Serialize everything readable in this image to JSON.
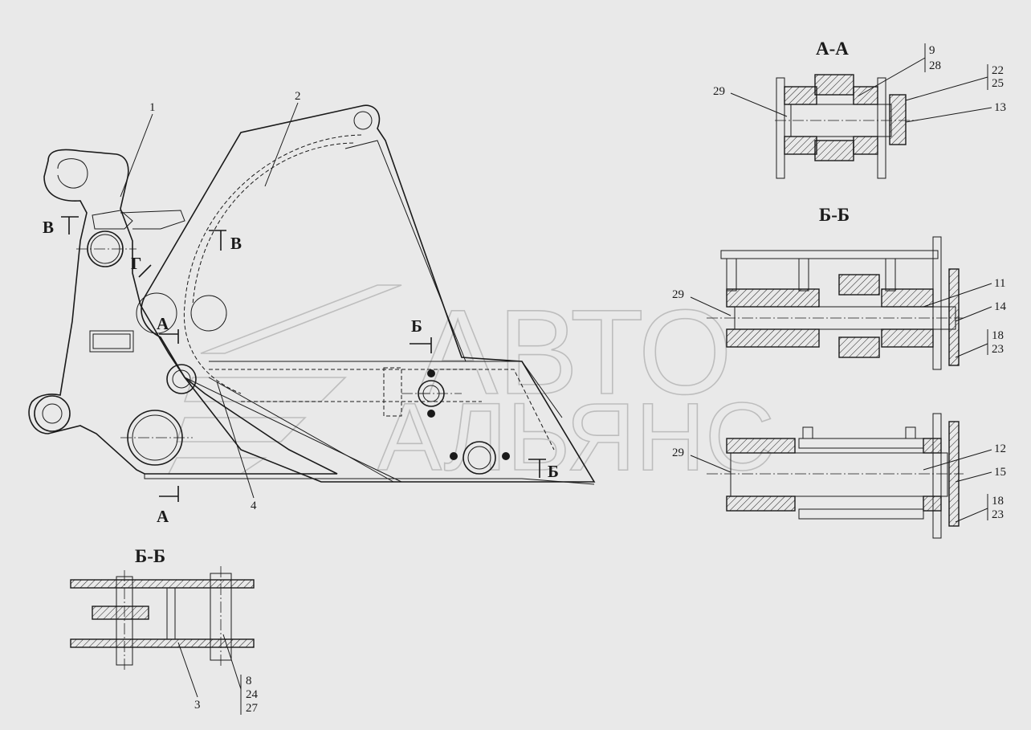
{
  "watermark": {
    "line1": "АВТО",
    "line2": "АЛЬЯНС"
  },
  "views": {
    "aa": {
      "title": "А-А"
    },
    "bb_upper": {
      "title": "Б-Б"
    },
    "bb_lower": {
      "title": "Б-Б"
    }
  },
  "section_marks": {
    "v_left": "В",
    "v_right": "В",
    "g": "Г",
    "a_top": "А",
    "a_bottom": "А",
    "b_top": "Б",
    "b_bottom": "Б"
  },
  "callouts": {
    "p1": "1",
    "p2": "2",
    "p3": "3",
    "p4": "4",
    "p8": "8",
    "p24": "24",
    "p27": "27",
    "p9": "9",
    "p28": "28",
    "p22": "22",
    "p25": "25",
    "p13": "13",
    "p29a": "29",
    "p29b": "29",
    "p29c": "29",
    "p11": "11",
    "p14": "14",
    "p18a": "18",
    "p23a": "23",
    "p12": "12",
    "p15": "15",
    "p18b": "18",
    "p23b": "23"
  }
}
